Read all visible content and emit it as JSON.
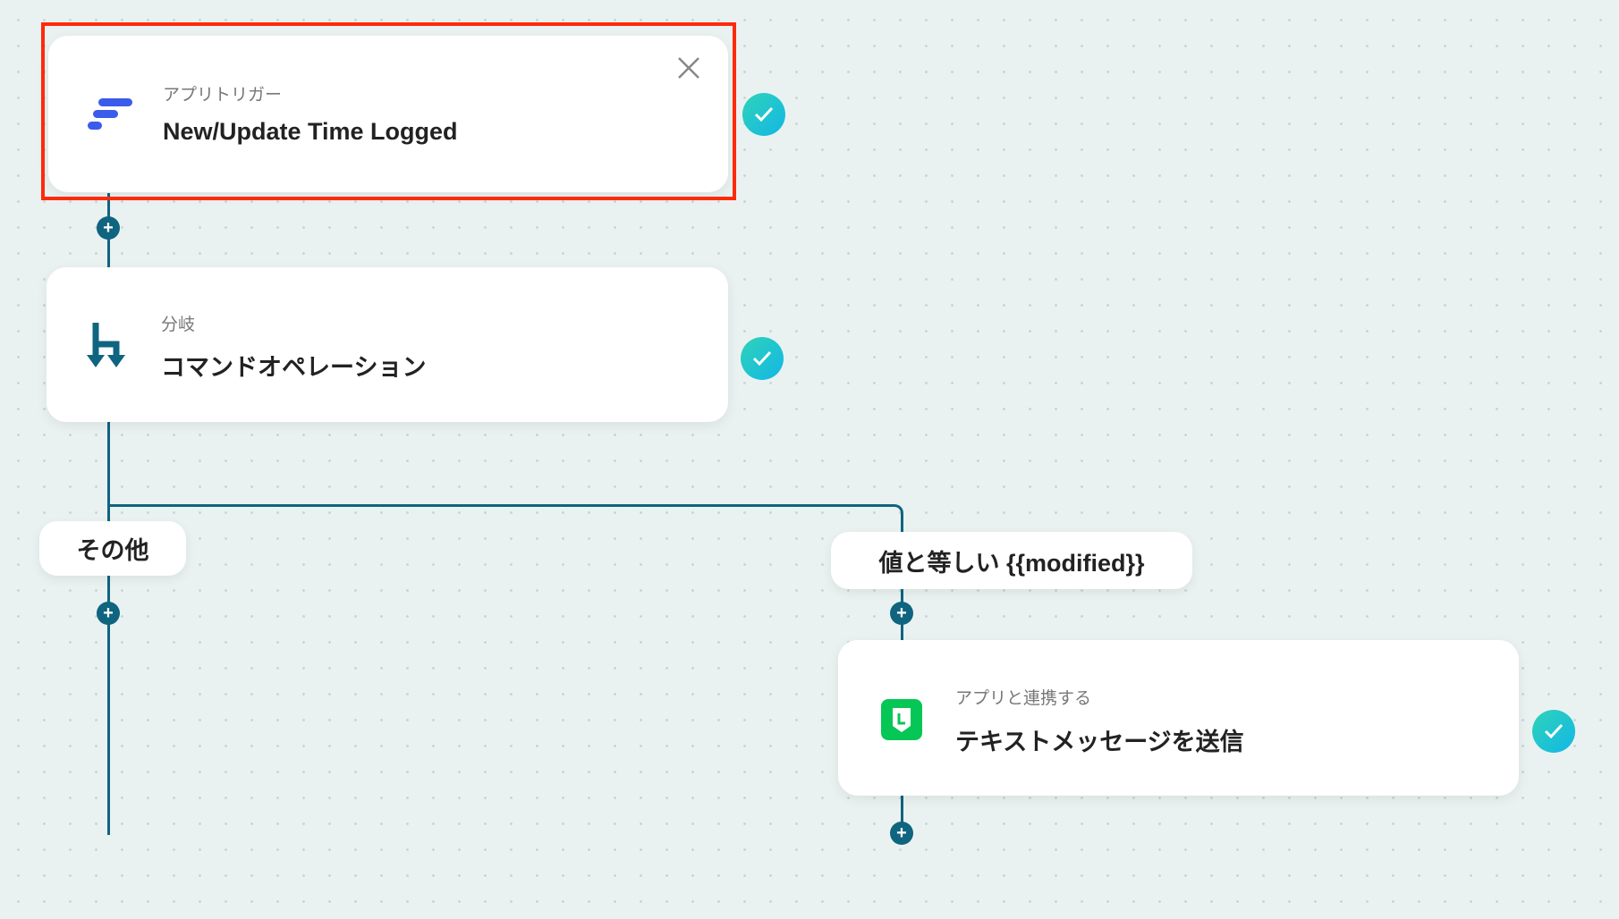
{
  "nodes": [
    {
      "label": "アプリトリガー",
      "title": "New/Update Time Logged",
      "icon": "app-logo-icon",
      "selected": true,
      "status": "completed"
    },
    {
      "label": "分岐",
      "title": "コマンドオペレーション",
      "icon": "branch-icon",
      "status": "completed"
    },
    {
      "label": "アプリと連携する",
      "title": "テキストメッセージを送信",
      "icon": "line-app-icon",
      "status": "completed"
    }
  ],
  "branches": {
    "other": "その他",
    "condition": "値と等しい {{modified}}"
  },
  "colors": {
    "connector": "#0f6480",
    "selection": "#ff2a0a",
    "check_start": "#2fd3b8",
    "check_end": "#12b7e6"
  }
}
